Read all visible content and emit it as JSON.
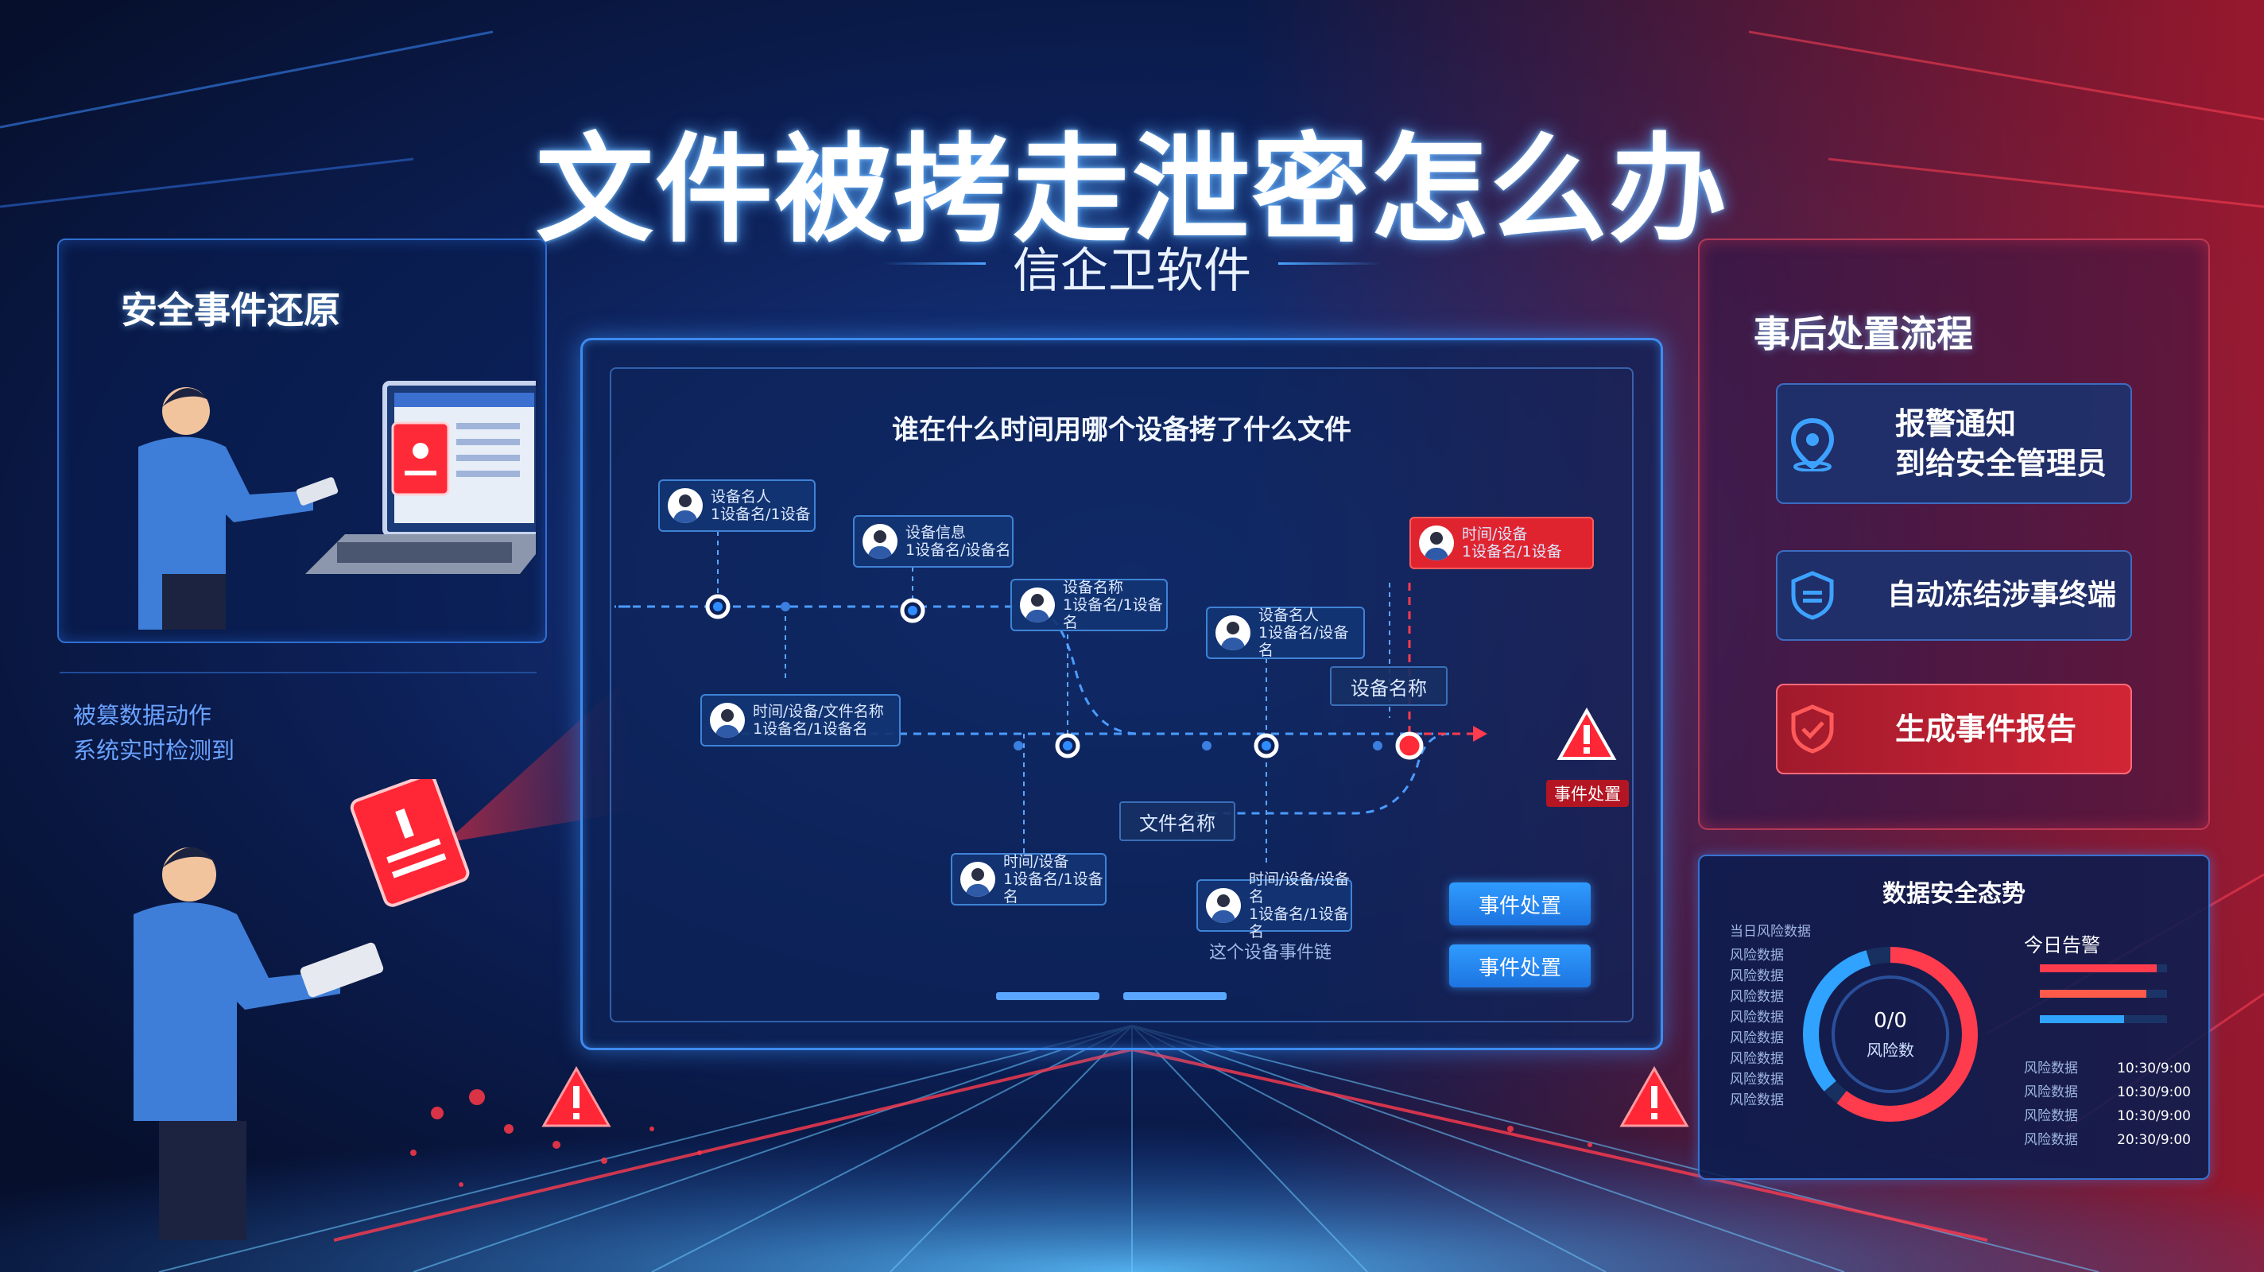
{
  "header": {
    "title": "文件被拷走泄密怎么办",
    "subtitle": "信企卫软件"
  },
  "left_panel": {
    "title": "安全事件还原",
    "caption_line1": "被篡数据动作",
    "caption_line2": "系统实时检测到"
  },
  "center_panel": {
    "heading": "谁在什么时间用哪个设备拷了什么文件",
    "nodes": [
      {
        "line1": "设备名人",
        "line2": "1设备名/1设备"
      },
      {
        "line1": "设备信息",
        "line2": "1设备名/设备名"
      },
      {
        "line1": "设备名称",
        "line2": "1设备名/1设备名"
      },
      {
        "line1": "设备名人",
        "line2": "1设备名/设备名"
      },
      {
        "line1": "时间/设备",
        "line2": "1设备名/1设备"
      },
      {
        "line1": "时间/设备/文件名称",
        "line2": "1设备名/1设备名"
      },
      {
        "line1": "时间/设备",
        "line2": "1设备名/1设备名"
      },
      {
        "line1": "时间/设备/设备名",
        "line2": "1设备名/1设备名"
      }
    ],
    "chip_device": "设备名称",
    "chip_file": "文件名称",
    "alert_label": "事件处置",
    "btn_1": "事件处置",
    "btn_2": "事件处置",
    "bottom_caption": "这个设备事件链"
  },
  "right_panel": {
    "title": "事后处置流程",
    "steps": [
      {
        "line1": "报警通知",
        "line2": "到给安全管理员",
        "icon": "location-pin-icon"
      },
      {
        "line1": "自动冻结涉事终端",
        "line2": "",
        "icon": "shield-lines-icon"
      },
      {
        "line1": "生成事件报告",
        "line2": "",
        "icon": "shield-check-icon"
      }
    ]
  },
  "dashboard": {
    "title": "数据安全态势",
    "left_heading": "当日风险数据",
    "left_rows": [
      "风险数据",
      "风险数据",
      "风险数据",
      "风险数据",
      "风险数据",
      "风险数据",
      "风险数据",
      "风险数据"
    ],
    "ring_value": "0/0",
    "ring_label": "风险数",
    "right_heading": "今日告警",
    "bar_levels": [
      0.92,
      0.84,
      0.66
    ],
    "right_rows": [
      {
        "label": "风险数据",
        "value": "10:30/9:00"
      },
      {
        "label": "风险数据",
        "value": "10:30/9:00"
      },
      {
        "label": "风险数据",
        "value": "10:30/9:00"
      },
      {
        "label": "风险数据",
        "value": "20:30/9:00"
      }
    ]
  },
  "colors": {
    "background": "#071335",
    "accent_blue": "#2f8dff",
    "alert_red": "#e0242f"
  }
}
